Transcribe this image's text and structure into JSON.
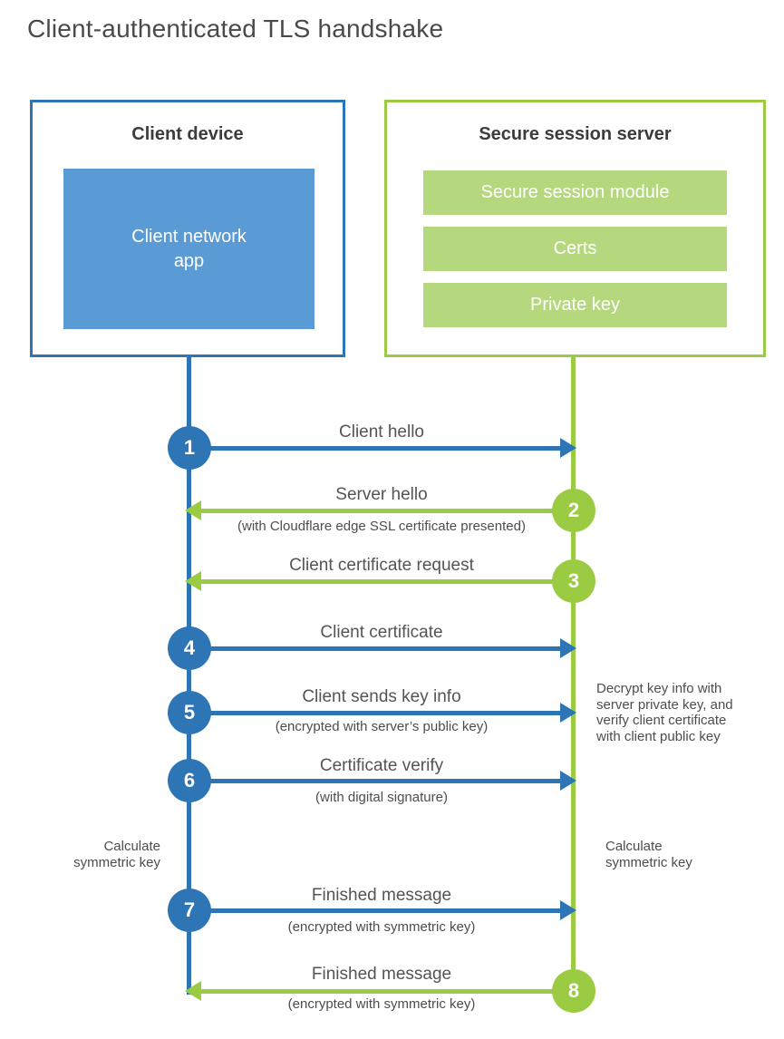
{
  "title": "Client-authenticated TLS handshake",
  "client": {
    "title": "Client device",
    "app_label": "Client network app"
  },
  "server": {
    "title": "Secure session server",
    "modules": [
      "Secure session module",
      "Certs",
      "Private key"
    ]
  },
  "steps": [
    {
      "num": "1",
      "label": "Client hello",
      "sublabel": "",
      "direction": "client-to-server"
    },
    {
      "num": "2",
      "label": "Server hello",
      "sublabel": "(with Cloudflare edge SSL certificate presented)",
      "direction": "server-to-client"
    },
    {
      "num": "3",
      "label": "Client certificate request",
      "sublabel": "",
      "direction": "server-to-client"
    },
    {
      "num": "4",
      "label": "Client certificate",
      "sublabel": "",
      "direction": "client-to-server"
    },
    {
      "num": "5",
      "label": "Client sends key info",
      "sublabel": "(encrypted with server’s public key)",
      "direction": "client-to-server"
    },
    {
      "num": "6",
      "label": "Certificate verify",
      "sublabel": "(with digital signature)",
      "direction": "client-to-server"
    },
    {
      "num": "7",
      "label": "Finished message",
      "sublabel": "(encrypted with symmetric key)",
      "direction": "client-to-server"
    },
    {
      "num": "8",
      "label": "Finished message",
      "sublabel": "(encrypted with symmetric key)",
      "direction": "server-to-client"
    }
  ],
  "annotations": {
    "decrypt_note": "Decrypt key info with server private key, and verify client certificate with client public key",
    "calculate_left": "Calculate symmetric key",
    "calculate_right": "Calculate symmetric key"
  },
  "colors": {
    "client_primary": "#2E75B6",
    "client_fill": "#5B9BD5",
    "server_primary": "#9BCB43",
    "server_fill": "#B5D87E"
  }
}
